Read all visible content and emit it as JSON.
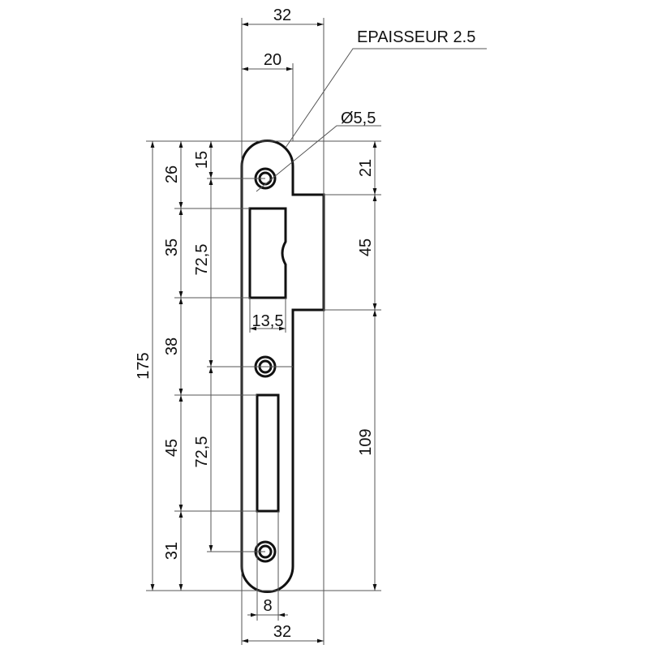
{
  "labels": {
    "thickness": "EPAISSEUR 2.5",
    "hole_diameter": "Ø5,5",
    "width_top": "32",
    "width_narrow": "20",
    "total_height": "175",
    "seg_26": "26",
    "seg_35": "35",
    "seg_38": "38",
    "seg_45_left": "45",
    "seg_31": "31",
    "hole_15": "15",
    "hole_spacing_1": "72,5",
    "hole_spacing_2": "72,5",
    "right_21": "21",
    "right_45": "45",
    "right_109": "109",
    "slot_width": "13,5",
    "slot2_width": "8",
    "width_bottom": "32"
  },
  "colors": {
    "line": "#111111",
    "dimension": "#555555"
  }
}
